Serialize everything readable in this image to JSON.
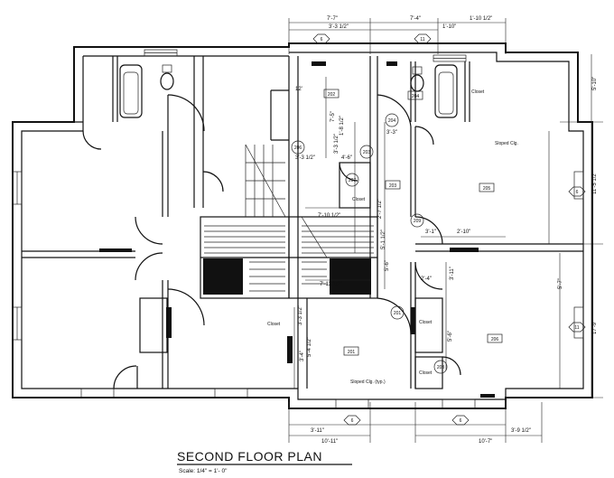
{
  "title": "SECOND FLOOR PLAN",
  "scale": "Scale: 1/4\" = 1'- 0\"",
  "rooms": [
    "202",
    "204",
    "203",
    "205",
    "201",
    "206"
  ],
  "doors": [
    "206",
    "204",
    "203",
    "207",
    "209",
    "201",
    "203"
  ],
  "tags": [
    "Closet",
    "Closet",
    "Closet",
    "Closet",
    "Closet"
  ],
  "sloped_top": "Sloped Clg.",
  "sloped_bottom": "Sloped Clg. (typ.)",
  "detail_marks": [
    "6",
    "11",
    "6",
    "11",
    "6",
    "6"
  ],
  "dims": {
    "top1": "7'-7\"",
    "top2": "3'-3 1/2\"",
    "top3": "7'-4\"",
    "top4": "1'-10 1/2\"",
    "top5": "1'-10\"",
    "right1": "5'-10\"",
    "right2": "11'-5 1/2\"",
    "right3": "5'-7\"",
    "right4": "17'-9\"",
    "c1": "12'",
    "c2": "3'-3 1/2\"",
    "c3": "1'-8 1/2\"",
    "c4": "3'-3\"",
    "c5": "7'-5\"",
    "c6": "3'-3 1/2\"",
    "c7": "4'-6\"",
    "c8": "7'-10 1/2\"",
    "c9": "2'-7 1/2\"",
    "c10": "7'-11 1/2\"",
    "c11": "3'-1\"",
    "c12": "2'-10\"",
    "c13": "3'-11\"",
    "c14": "5'-1 1/2\"",
    "c15": "5'-6\"",
    "c16": "2'-4\"",
    "c17": "3'-3 1/2\"",
    "c18": "5'-4 1/2\"",
    "c19": "3'-4\"",
    "c20": "5'-6\"",
    "b1": "3'-11\"",
    "b2": "10'-11\"",
    "b3": "3'-9 1/2\"",
    "b4": "10'-7\""
  }
}
